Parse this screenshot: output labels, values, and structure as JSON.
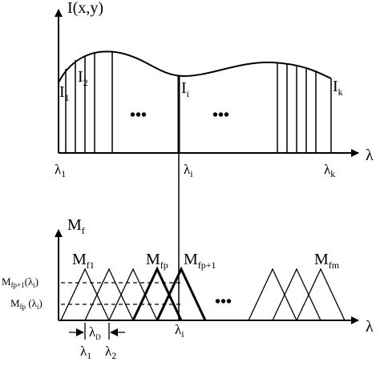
{
  "upper_plot": {
    "y_axis": {
      "main": "I(x,y)"
    },
    "x_axis": {
      "main": "λ"
    },
    "wavelength_ticks": [
      {
        "main": "λ",
        "sub": "1"
      },
      {
        "main": "λ",
        "sub": "i"
      },
      {
        "main": "λ",
        "sub": "k"
      }
    ],
    "intensity_labels": [
      {
        "main": "I",
        "sub": "1"
      },
      {
        "main": "I",
        "sub": "2"
      },
      {
        "main": "I",
        "sub": "i"
      },
      {
        "main": "I",
        "sub": "k"
      }
    ],
    "ellipses": [
      "•••",
      "•••"
    ]
  },
  "lower_plot": {
    "y_axis": {
      "main": "M",
      "sub": "f"
    },
    "x_axis": {
      "main": "λ"
    },
    "function_labels": [
      {
        "main": "M",
        "sub": "f1"
      },
      {
        "main": "M",
        "sub": "fp"
      },
      {
        "main": "M",
        "sub": "fp+1"
      },
      {
        "main": "M",
        "sub": "fm"
      }
    ],
    "level_labels": [
      {
        "main": "M",
        "sub": "fp+1",
        "arg": "(λ",
        "argsub": "i",
        "close": ")"
      },
      {
        "main": "M",
        "sub": "fp",
        "arg": " (λ",
        "argsub": "i",
        "close": ")"
      }
    ],
    "tick_labels": [
      {
        "main": "λ",
        "sub": "1"
      },
      {
        "main": "λ",
        "sub": "2"
      },
      {
        "main": "λ",
        "sub": "i"
      }
    ],
    "spacing_label": {
      "main": "λ",
      "sub": "D"
    },
    "ellipses": [
      "•••"
    ]
  }
}
